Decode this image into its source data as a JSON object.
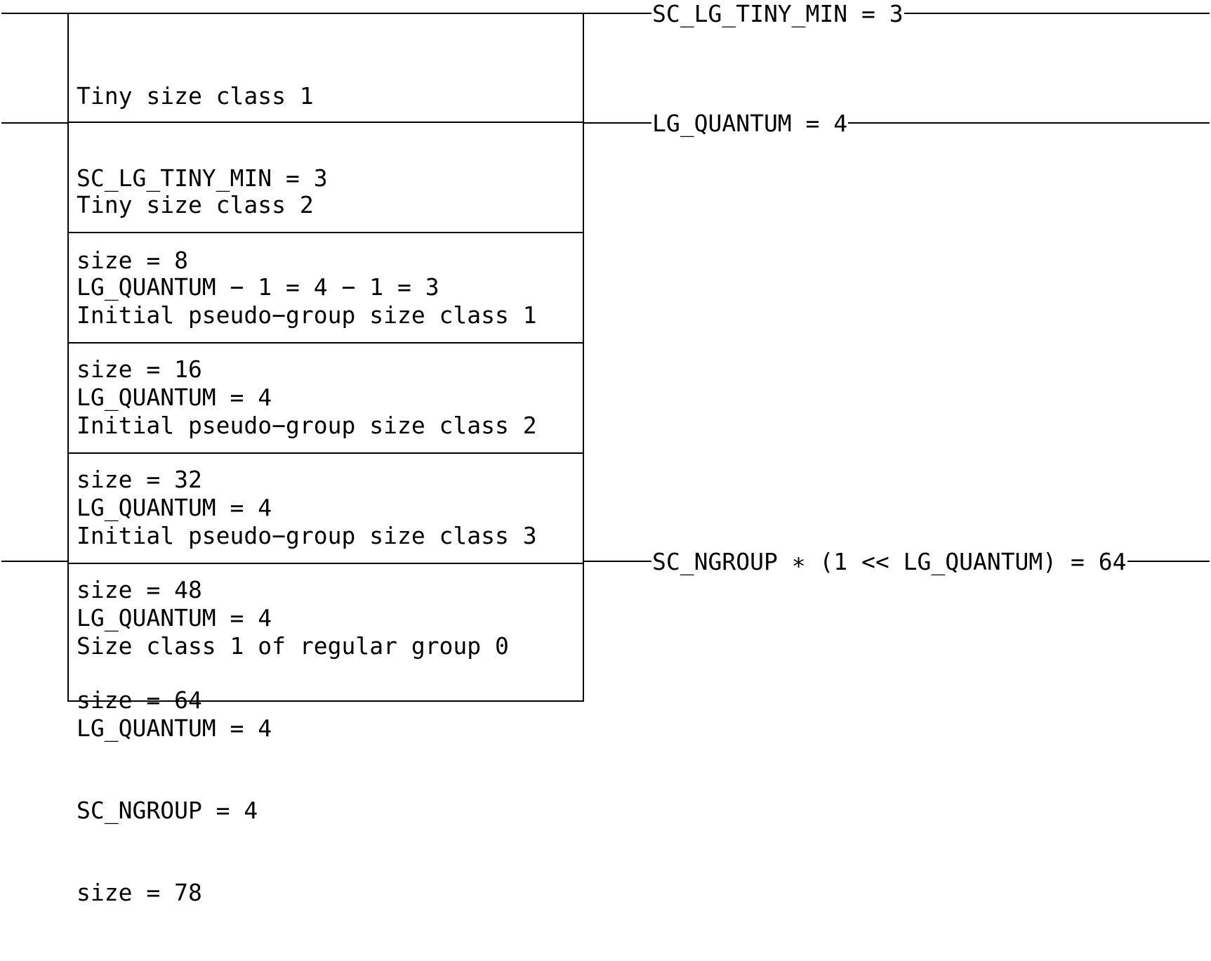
{
  "boxes": [
    {
      "lines": [
        "Tiny size class 1",
        "SC_LG_TINY_MIN = 3",
        "size = 8"
      ]
    },
    {
      "lines": [
        "Tiny size class 2",
        "LG_QUANTUM − 1 = 4 − 1 = 3",
        "size = 16"
      ]
    },
    {
      "lines": [
        "Initial pseudo−group size class 1",
        "LG_QUANTUM = 4",
        "size = 32"
      ]
    },
    {
      "lines": [
        "Initial pseudo−group size class 2",
        "LG_QUANTUM = 4",
        "size = 48"
      ]
    },
    {
      "lines": [
        "Initial pseudo−group size class 3",
        "LG_QUANTUM = 4",
        "size = 64"
      ]
    },
    {
      "lines": [
        "Size class 1 of regular group 0",
        "LG_QUANTUM = 4",
        "SC_NGROUP = 4",
        "size = 78"
      ]
    }
  ],
  "boundary_labels": [
    "SC_LG_TINY_MIN = 3",
    "LG_QUANTUM = 4",
    "SC_NGROUP ∗ (1 << LG_QUANTUM) = 64"
  ]
}
